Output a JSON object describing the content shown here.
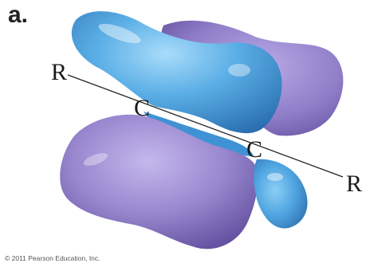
{
  "panel_label": "a.",
  "labels": {
    "r_left": "R",
    "c_left": "C",
    "c_right": "C",
    "r_right": "R"
  },
  "copyright": "© 2011 Pearson Education, Inc.",
  "colors": {
    "blue_lobe": "#5aaee6",
    "purple_lobe": "#9a88d0",
    "bond_line": "#222222"
  }
}
